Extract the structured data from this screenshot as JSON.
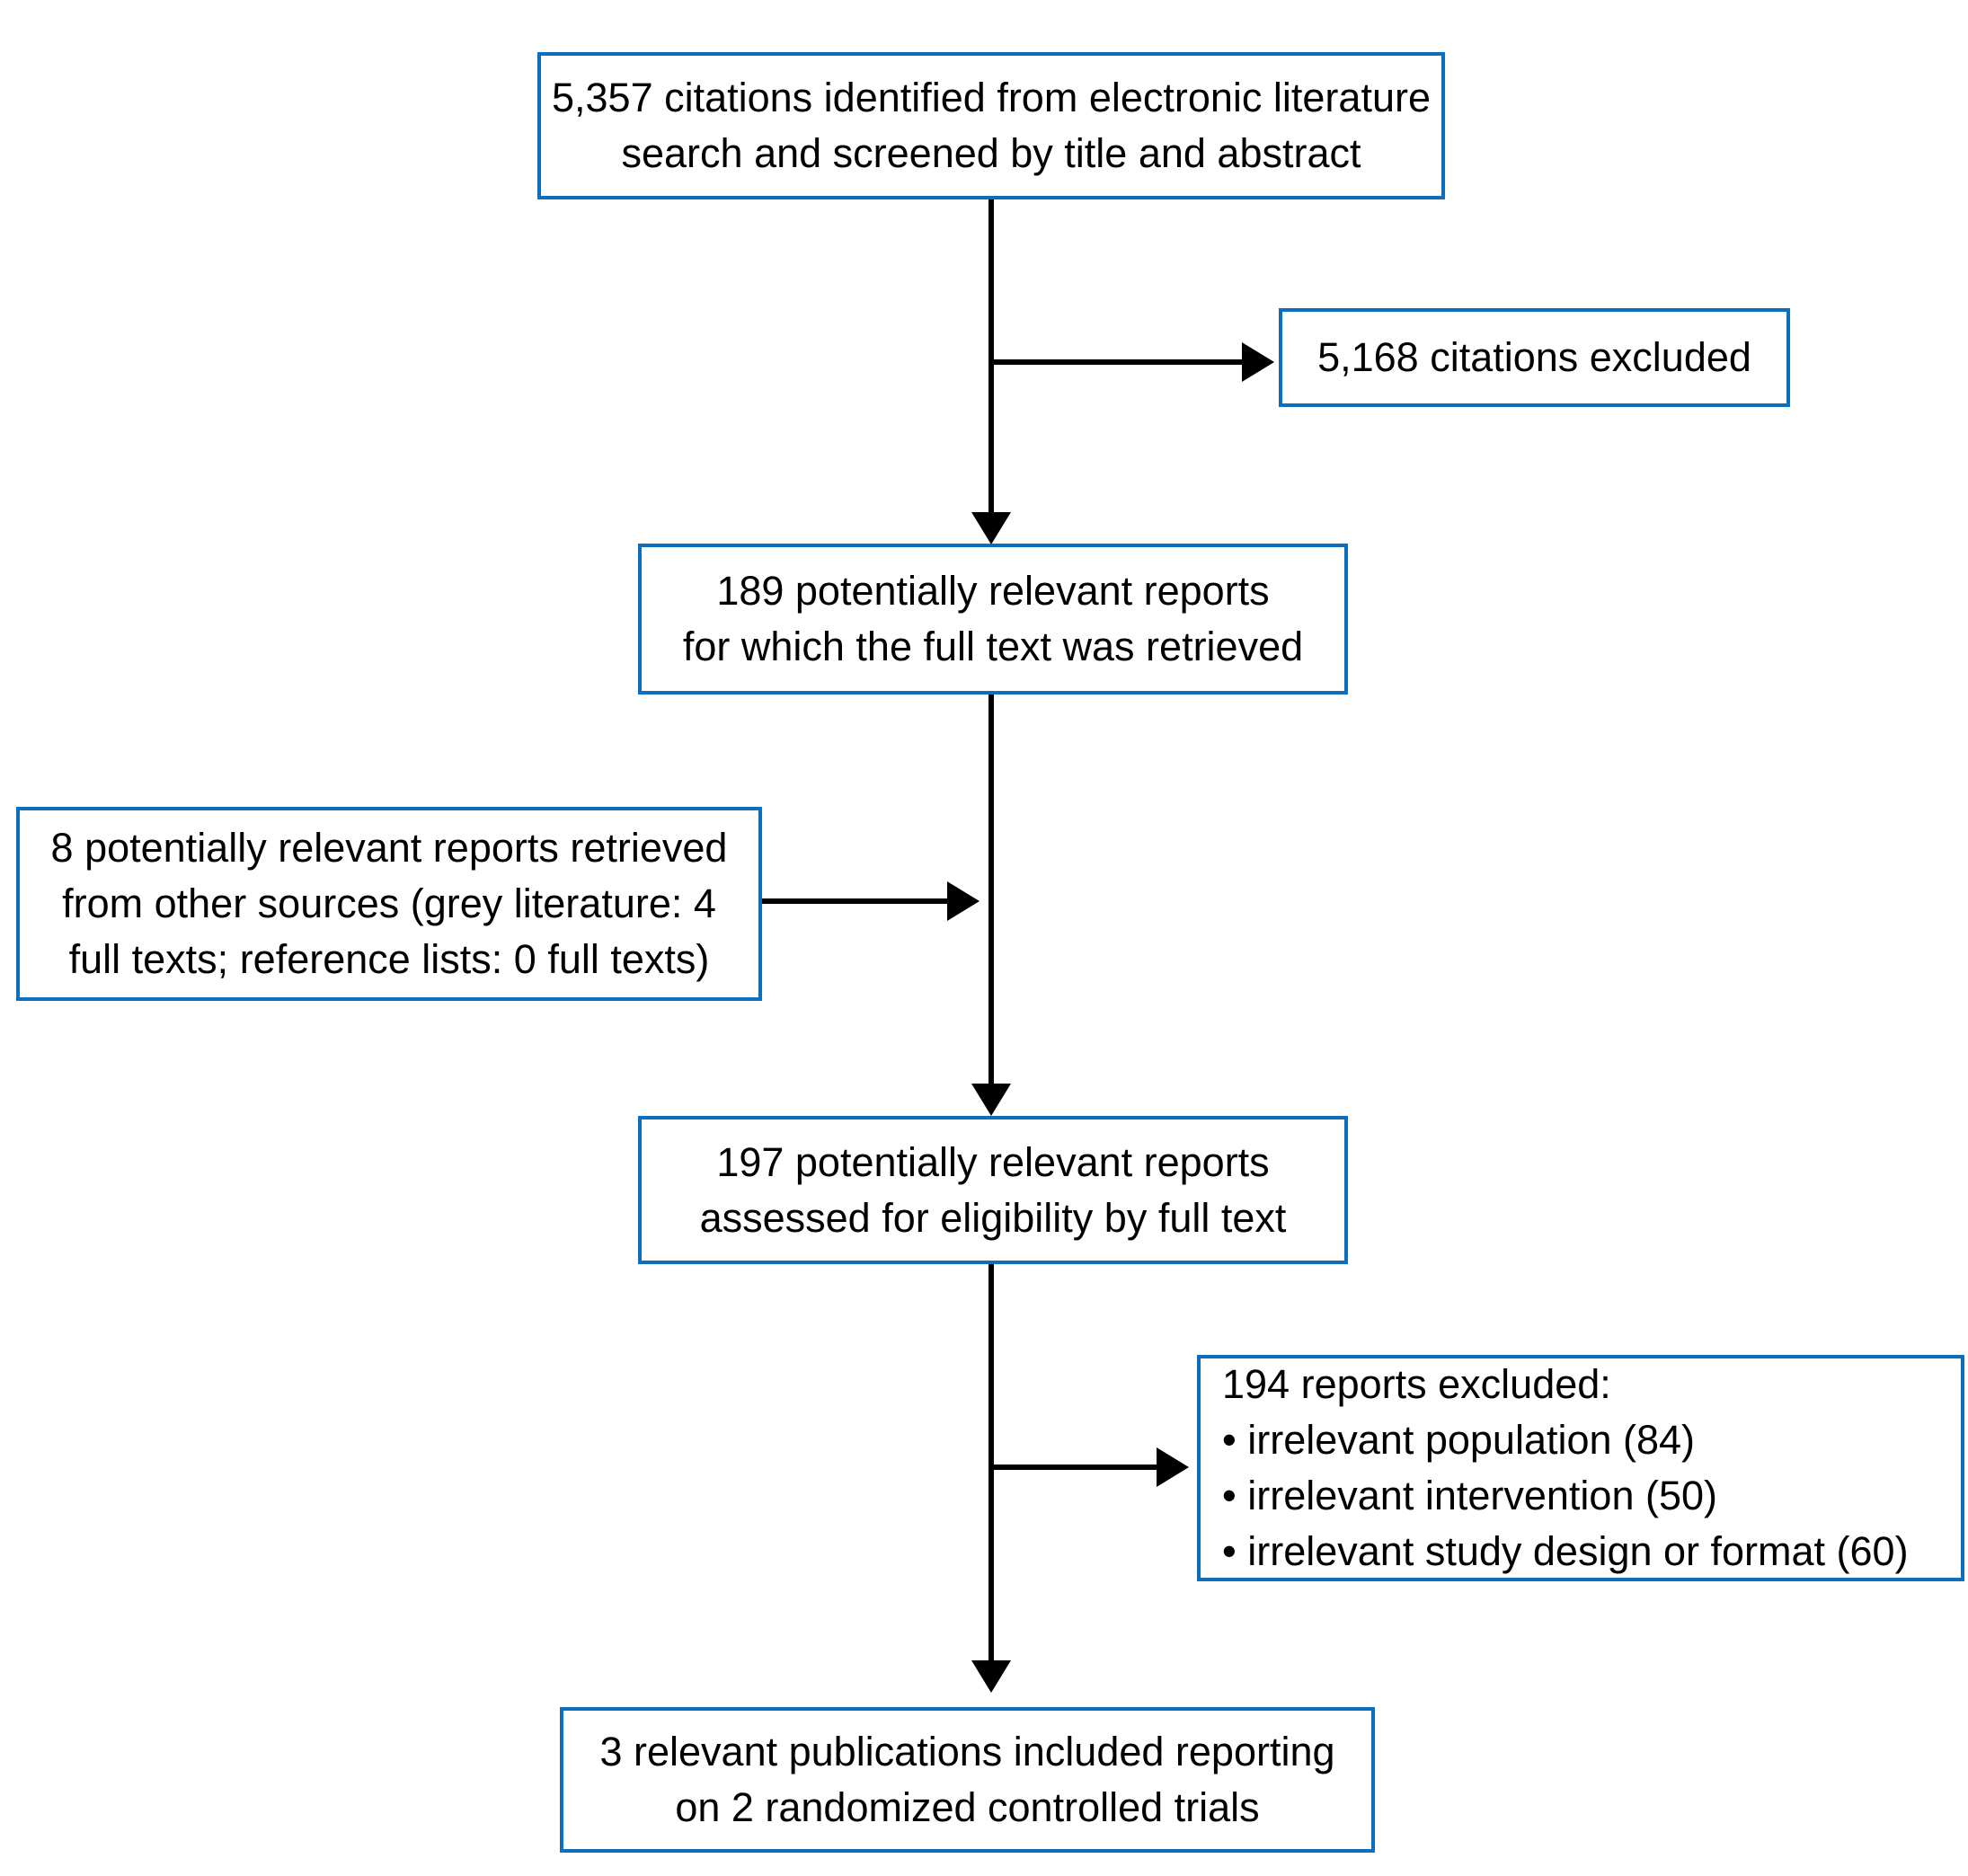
{
  "diagram": {
    "title": "Literature screening flow diagram",
    "colors": {
      "box_border": "#0d6ebd",
      "arrow": "#000000",
      "text": "#000000",
      "background": "#ffffff"
    },
    "nodes": {
      "identified": {
        "lines": [
          "5,357 citations identified from electronic literature",
          "search and screened by title and abstract"
        ]
      },
      "citations_excluded": {
        "lines": [
          "5,168 citations excluded"
        ]
      },
      "fulltext_retrieved": {
        "lines": [
          "189 potentially relevant reports",
          "for which the full text was retrieved"
        ]
      },
      "other_sources": {
        "lines": [
          "8 potentially relevant reports retrieved",
          "from other sources (grey literature: 4",
          "full texts; reference lists: 0 full texts)"
        ]
      },
      "assessed": {
        "lines": [
          "197 potentially relevant reports",
          "assessed for eligibility by full text"
        ]
      },
      "reports_excluded": {
        "lines": [
          "194 reports excluded:",
          "• irrelevant population (84)",
          "• irrelevant intervention (50)",
          "• irrelevant study design or format (60)"
        ]
      },
      "included": {
        "lines": [
          "3 relevant publications included reporting",
          "on 2 randomized controlled trials"
        ]
      }
    }
  }
}
